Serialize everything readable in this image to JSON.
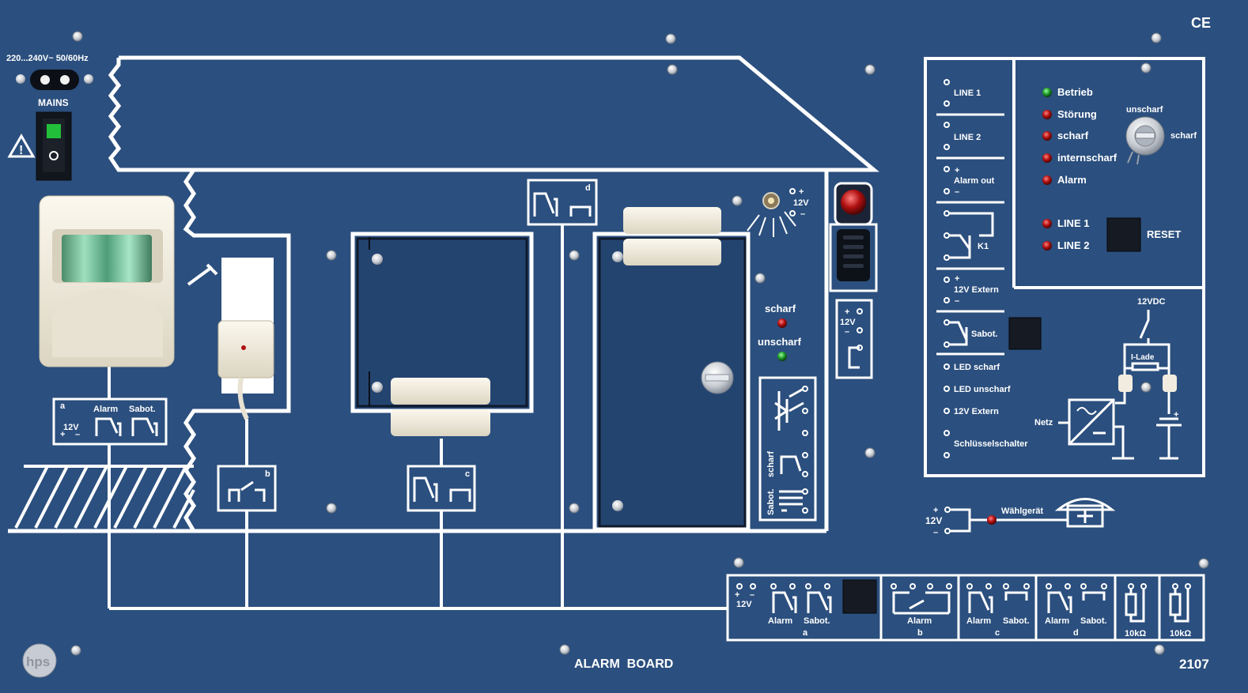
{
  "colors": {
    "background": "#2b4f7e",
    "line": "#ffffff",
    "led_green": "#22a12e",
    "led_red": "#a41414",
    "device_cream": "#f1ecdf",
    "button_dark": "#161a22"
  },
  "header": {
    "mains_spec": "220...240V~ 50/60Hz",
    "mains_label": "MAINS",
    "ce_mark": "CE"
  },
  "footer": {
    "brand": "hps",
    "board_title": "ALARM  BOARD",
    "part_number": "2107"
  },
  "sensor_a": {
    "tag": "a",
    "voltage": "12V",
    "alarm": "Alarm",
    "sabot": "Sabot."
  },
  "sensor_b": {
    "tag": "b"
  },
  "sensor_c": {
    "tag": "c"
  },
  "sensor_d": {
    "tag": "d"
  },
  "door": {
    "scharf": "scharf",
    "unscharf": "unscharf",
    "sabot": "Sabot.",
    "scharf_vertical": "scharf"
  },
  "siren": {
    "voltage": "12V"
  },
  "detector_light": {
    "voltage": "12V"
  },
  "terminals_left": {
    "line1": "LINE  1",
    "line2": "LINE  2",
    "alarm_out": "Alarm  out",
    "k1": "K1",
    "extern_12v": "12V  Extern",
    "sabot": "Sabot.",
    "led_scharf": "LED  scharf",
    "led_unscharf": "LED  unscharf",
    "extern_12v_2": "12V  Extern",
    "key_switch": "Schlüsselschalter"
  },
  "status": {
    "betrieb": "Betrieb",
    "stoerung": "Störung",
    "scharf": "scharf",
    "internscharf": "internscharf",
    "alarm": "Alarm",
    "line1": "LINE  1",
    "line2": "LINE  2",
    "reset": "RESET",
    "key_unscharf": "unscharf",
    "key_scharf": "scharf"
  },
  "power": {
    "v12dc": "12VDC",
    "iload": "I-Lade",
    "netz": "Netz"
  },
  "dialer": {
    "voltage": "12V",
    "label": "Wählgerät"
  },
  "bottom_terminals": {
    "voltage": "12V",
    "alarm": "Alarm",
    "sabot": "Sabot.",
    "group_a": "a",
    "group_b": "b",
    "group_c": "c",
    "group_d": "d",
    "resistor1": "10kΩ",
    "resistor2": "10kΩ"
  }
}
